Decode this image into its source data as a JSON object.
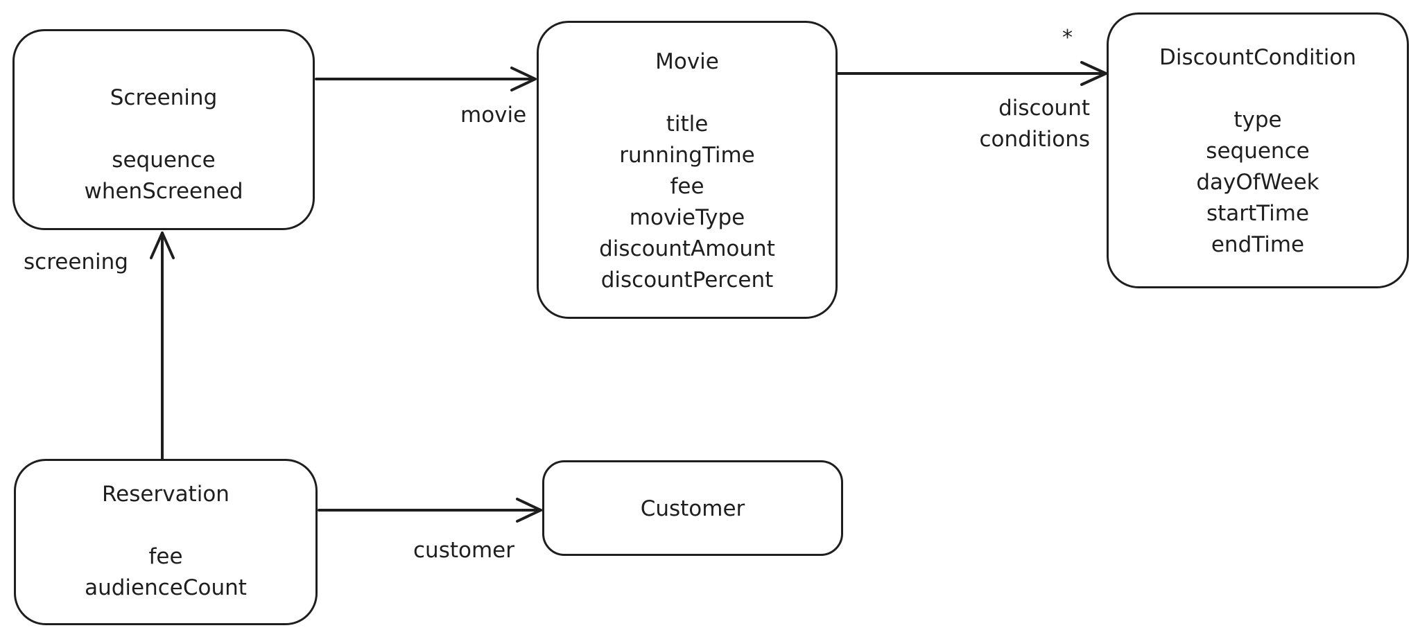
{
  "classes": {
    "screening": {
      "name": "Screening",
      "attributes": [
        "sequence",
        "whenScreened"
      ]
    },
    "movie": {
      "name": "Movie",
      "attributes": [
        "title",
        "runningTime",
        "fee",
        "movieType",
        "discountAmount",
        "discountPercent"
      ]
    },
    "discount_condition": {
      "name": "DiscountCondition",
      "attributes": [
        "type",
        "sequence",
        "dayOfWeek",
        "startTime",
        "endTime"
      ]
    },
    "reservation": {
      "name": "Reservation",
      "attributes": [
        "fee",
        "audienceCount"
      ]
    },
    "customer": {
      "name": "Customer",
      "attributes": []
    }
  },
  "associations": {
    "screening_movie": {
      "label": "movie"
    },
    "movie_discount": {
      "label_line1": "discount",
      "label_line2": "conditions",
      "multiplicity": "*"
    },
    "reservation_screening": {
      "label": "screening"
    },
    "reservation_customer": {
      "label": "customer"
    }
  },
  "colors": {
    "stroke": "#1e1e1e",
    "background": "#ffffff"
  }
}
